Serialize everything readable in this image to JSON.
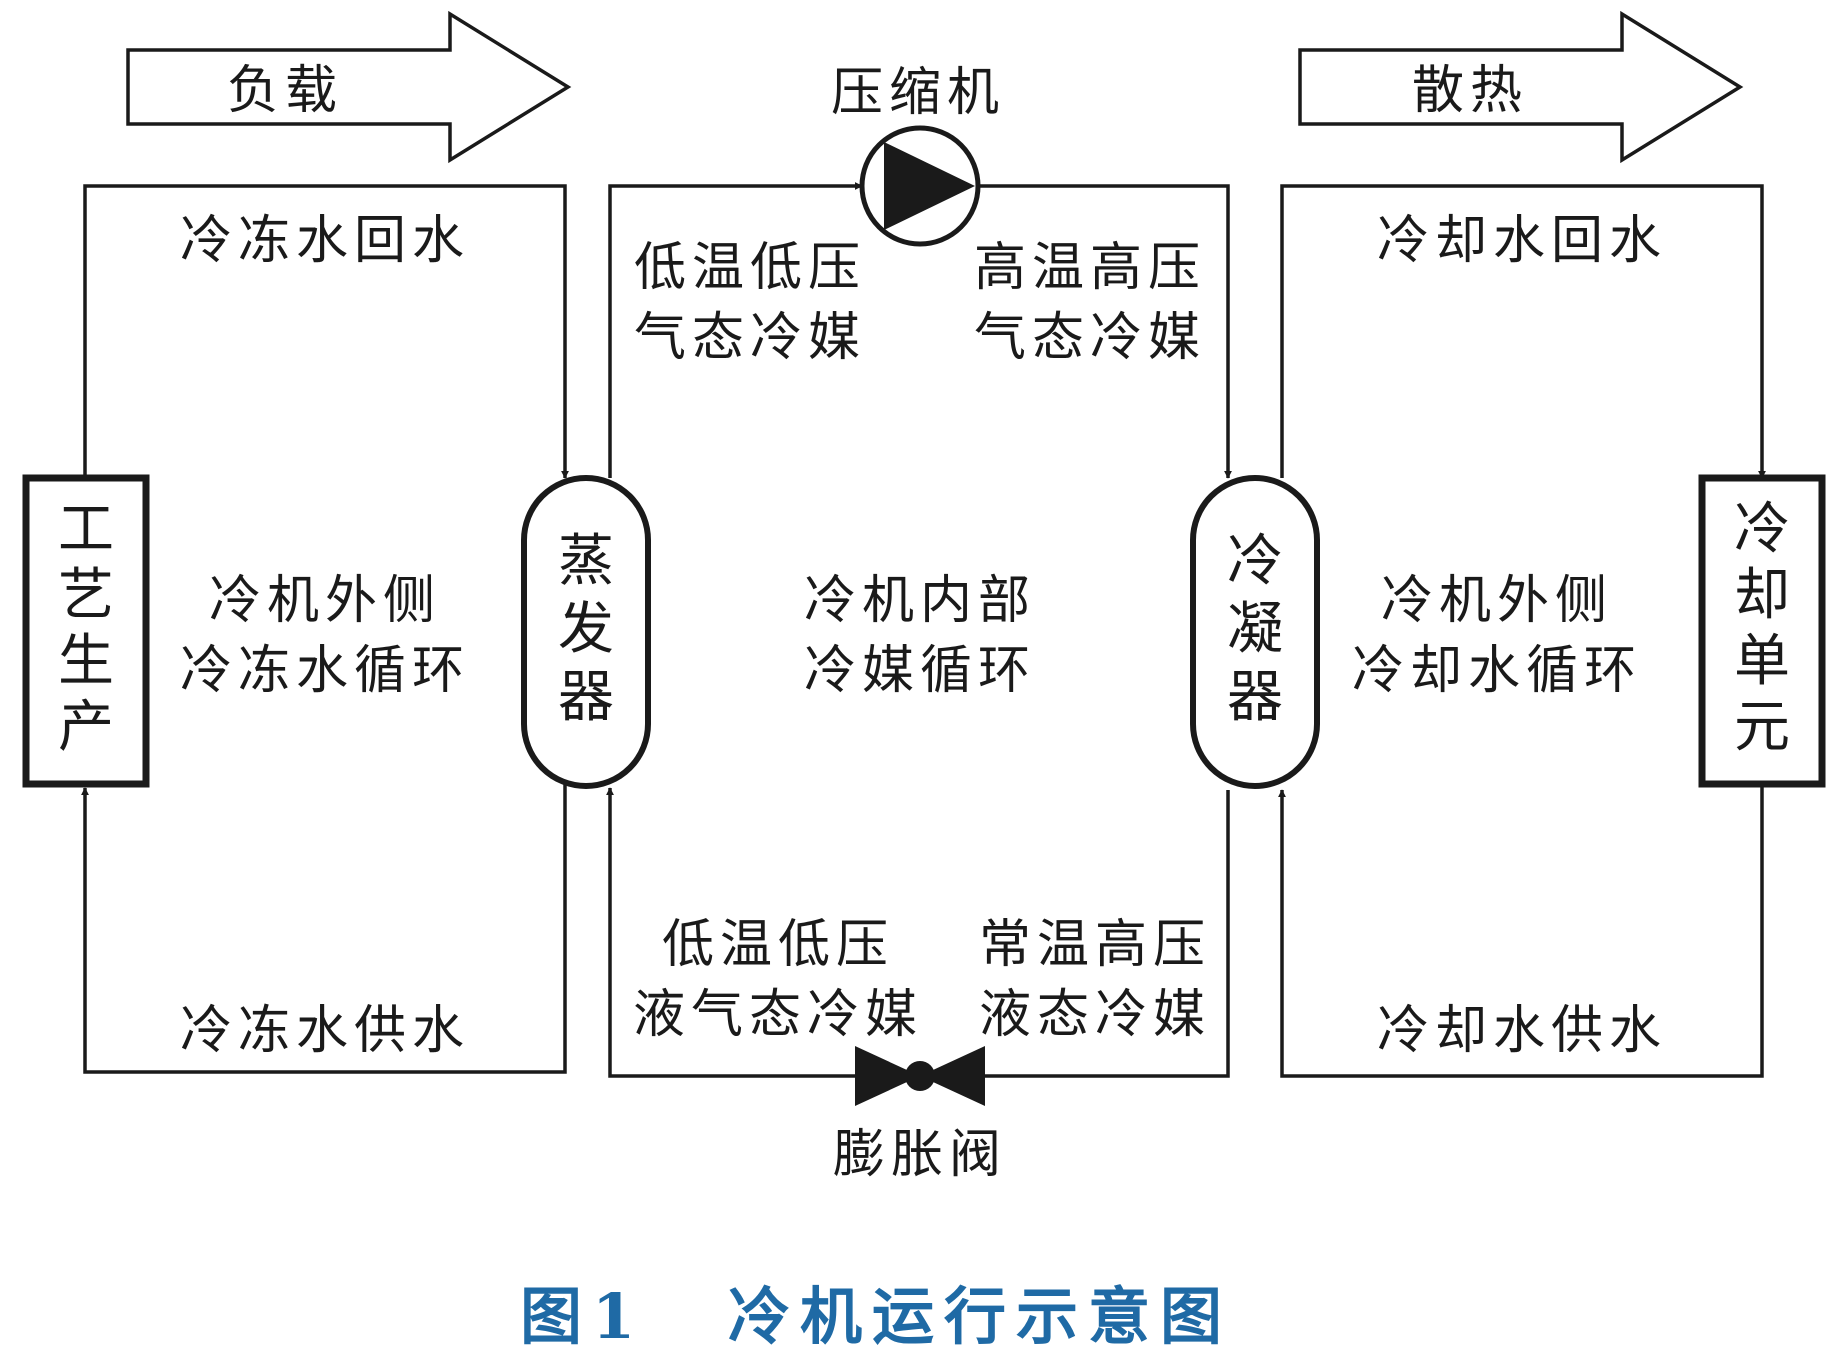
{
  "flows": {
    "load": "负载",
    "heat_rejection": "散热"
  },
  "components": {
    "compressor": "压缩机",
    "expansion_valve": "膨胀阀",
    "evaporator": [
      "蒸",
      "发",
      "器"
    ],
    "condenser": [
      "冷",
      "凝",
      "器"
    ],
    "process_production": [
      "工",
      "艺",
      "生",
      "产"
    ],
    "cooling_unit": [
      "冷",
      "却",
      "单",
      "元"
    ]
  },
  "left_loop": {
    "top_label": "冷冻水回水",
    "bottom_label": "冷冻水供水",
    "center_lines": [
      "冷机外侧",
      "冷冻水循环"
    ]
  },
  "middle_loop": {
    "top_left_lines": [
      "低温低压",
      "气态冷媒"
    ],
    "top_right_lines": [
      "高温高压",
      "气态冷媒"
    ],
    "bottom_left_lines": [
      "低温低压",
      "液气态冷媒"
    ],
    "bottom_right_lines": [
      "常温高压",
      "液态冷媒"
    ],
    "center_lines": [
      "冷机内部",
      "冷媒循环"
    ]
  },
  "right_loop": {
    "top_label": "冷却水回水",
    "bottom_label": "冷却水供水",
    "center_lines": [
      "冷机外侧",
      "冷却水循环"
    ]
  },
  "caption": {
    "figure_number": "图1",
    "title": "冷机运行示意图",
    "color": "#1f6aa5"
  },
  "colors": {
    "line": "#1a1a1a",
    "background": "#ffffff"
  }
}
